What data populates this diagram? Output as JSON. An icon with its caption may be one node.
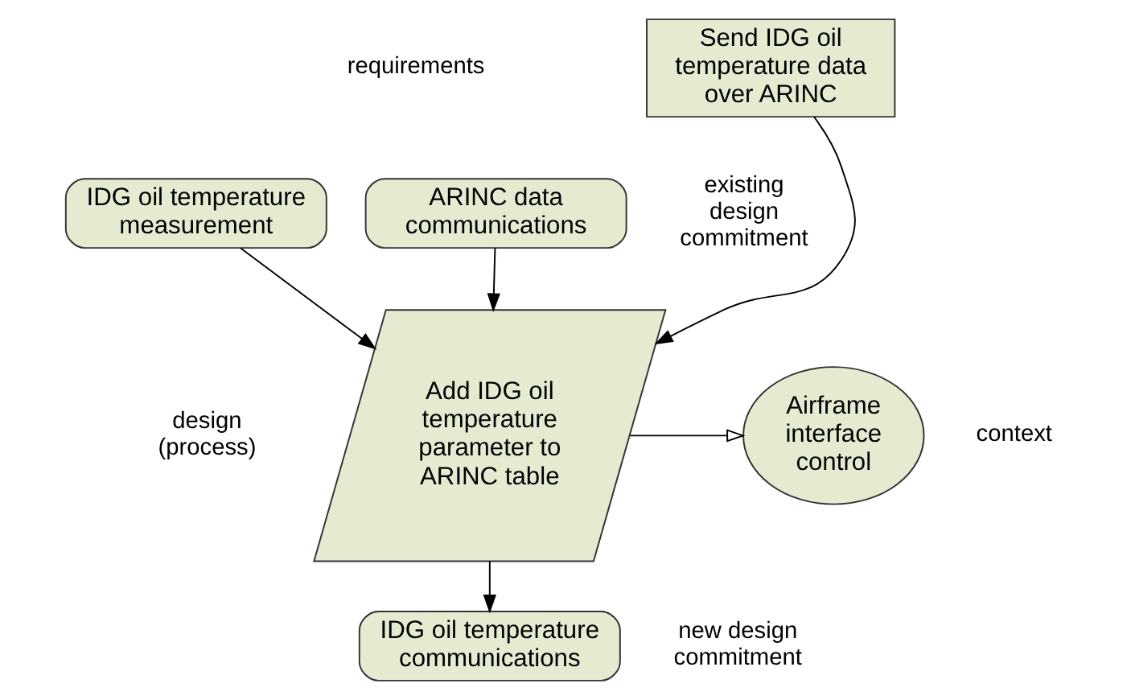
{
  "diagram": {
    "nodes": [
      {
        "text": [
          "Send IDG oil temperature data over ARINC"
        ]
      },
      {
        "text": [
          "IDG oil temperature measurement"
        ]
      },
      {
        "text": [
          "ARINC data communications"
        ]
      },
      {
        "text": [
          "Add IDG oil temperature parameter to ARINC table"
        ]
      },
      {
        "text": [
          "Airframe interface control"
        ]
      },
      {
        "text": [
          "IDG oil temperature communications"
        ]
      }
    ],
    "edges": [
      {
        "from": 0,
        "to": 3,
        "arrow": "to"
      },
      {
        "from": 1,
        "to": 3,
        "arrow": "to"
      },
      {
        "from": 2,
        "to": 3,
        "arrow": "to"
      },
      {
        "from": 3,
        "to": 4,
        "arrow": "to"
      },
      {
        "from": 3,
        "to": 5,
        "arrow": "to"
      }
    ],
    "labels": [
      "requirements",
      "existing design commitment",
      "design (process)",
      "context",
      "new design commitment"
    ]
  }
}
